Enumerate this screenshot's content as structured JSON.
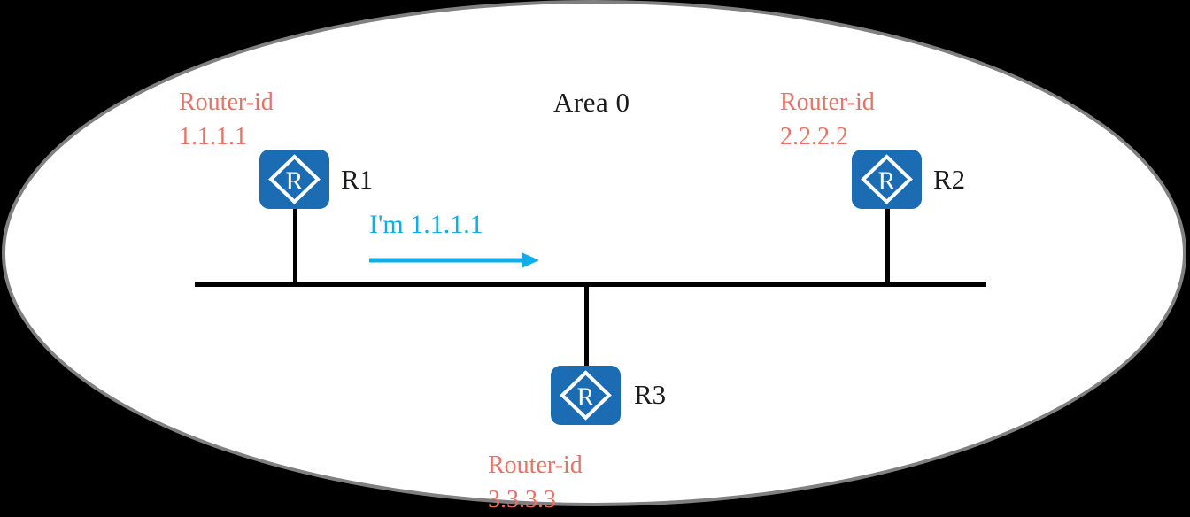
{
  "diagram": {
    "title": "OSPF Area 0 router-id topology",
    "background_color": "#000000",
    "area": {
      "label": "Area 0",
      "fill": "#FFFFFF",
      "border_color": "#808080"
    },
    "colors": {
      "router_blue": "#1B6CB3",
      "router_id_salmon": "#EB7065",
      "hello_cyan": "#10ADE8",
      "line_black": "#000000",
      "text_black": "#1A1A1A"
    },
    "routers": [
      {
        "key": "r1",
        "name": "R1",
        "icon": "router-icon",
        "router_id_label": "Router-id",
        "router_id_value": "1.1.1.1"
      },
      {
        "key": "r2",
        "name": "R2",
        "icon": "router-icon",
        "router_id_label": "Router-id",
        "router_id_value": "2.2.2.2"
      },
      {
        "key": "r3",
        "name": "R3",
        "icon": "router-icon",
        "router_id_label": "Router-id",
        "router_id_value": "3.3.3.3"
      }
    ],
    "annotation": {
      "text": "I'm 1.1.1.1",
      "arrow_icon": "arrow-right-icon",
      "arrow_direction": "right",
      "color": "#10ADE8"
    }
  }
}
